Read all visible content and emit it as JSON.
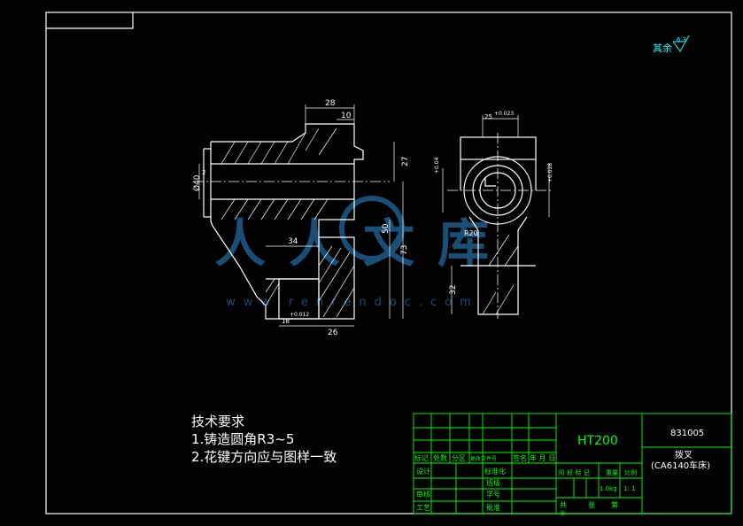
{
  "drawing": {
    "surface_note": "其余",
    "surface_value": "6.3",
    "watermark_text": "人人文库",
    "watermark_url": "www.renrendoc.com"
  },
  "dimensions": {
    "d28": "28",
    "d10": "10",
    "d2a": "2",
    "d27": "27",
    "d40": "Ø40",
    "d34": "34",
    "d50": "50",
    "d73": "73",
    "d18": "18",
    "d26": "26",
    "tol_a": "+0.012",
    "d25": "25",
    "tol_b": "+0.023",
    "d32": "32",
    "r20": "R20",
    "tol_c": "+0.04",
    "tol_d": "+0.028"
  },
  "tech_requirements": {
    "title": "技术要求",
    "item1": "1.铸造圆角R3~5",
    "item2": "2.花键方向应与图样一致"
  },
  "title_block": {
    "material": "HT200",
    "drawing_no": "831005",
    "part_name": "拨叉",
    "machine": "(CA6140车床)",
    "mark": "标记",
    "count": "处数",
    "zone": "分区",
    "change_doc": "更改文件号",
    "signature": "签名",
    "date": "年 月 日",
    "design": "设计",
    "standardize": "标准化",
    "review": "审核",
    "process": "工艺",
    "class": "班级",
    "student_no": "学号",
    "approve": "批准",
    "stage_mark": "阶 段 标 记",
    "weight": "重量",
    "scale": "比例",
    "weight_val": "1.0kg",
    "scale_val": "1: 1",
    "total": "共",
    "sheets": "张",
    "page": "第",
    "page2": "张"
  },
  "colors": {
    "line": "#ffffff",
    "frame": "#ffffff",
    "tb_green": "#00ff00",
    "cyan_text": "#00ffff",
    "watermark": "#1e5d8c"
  }
}
